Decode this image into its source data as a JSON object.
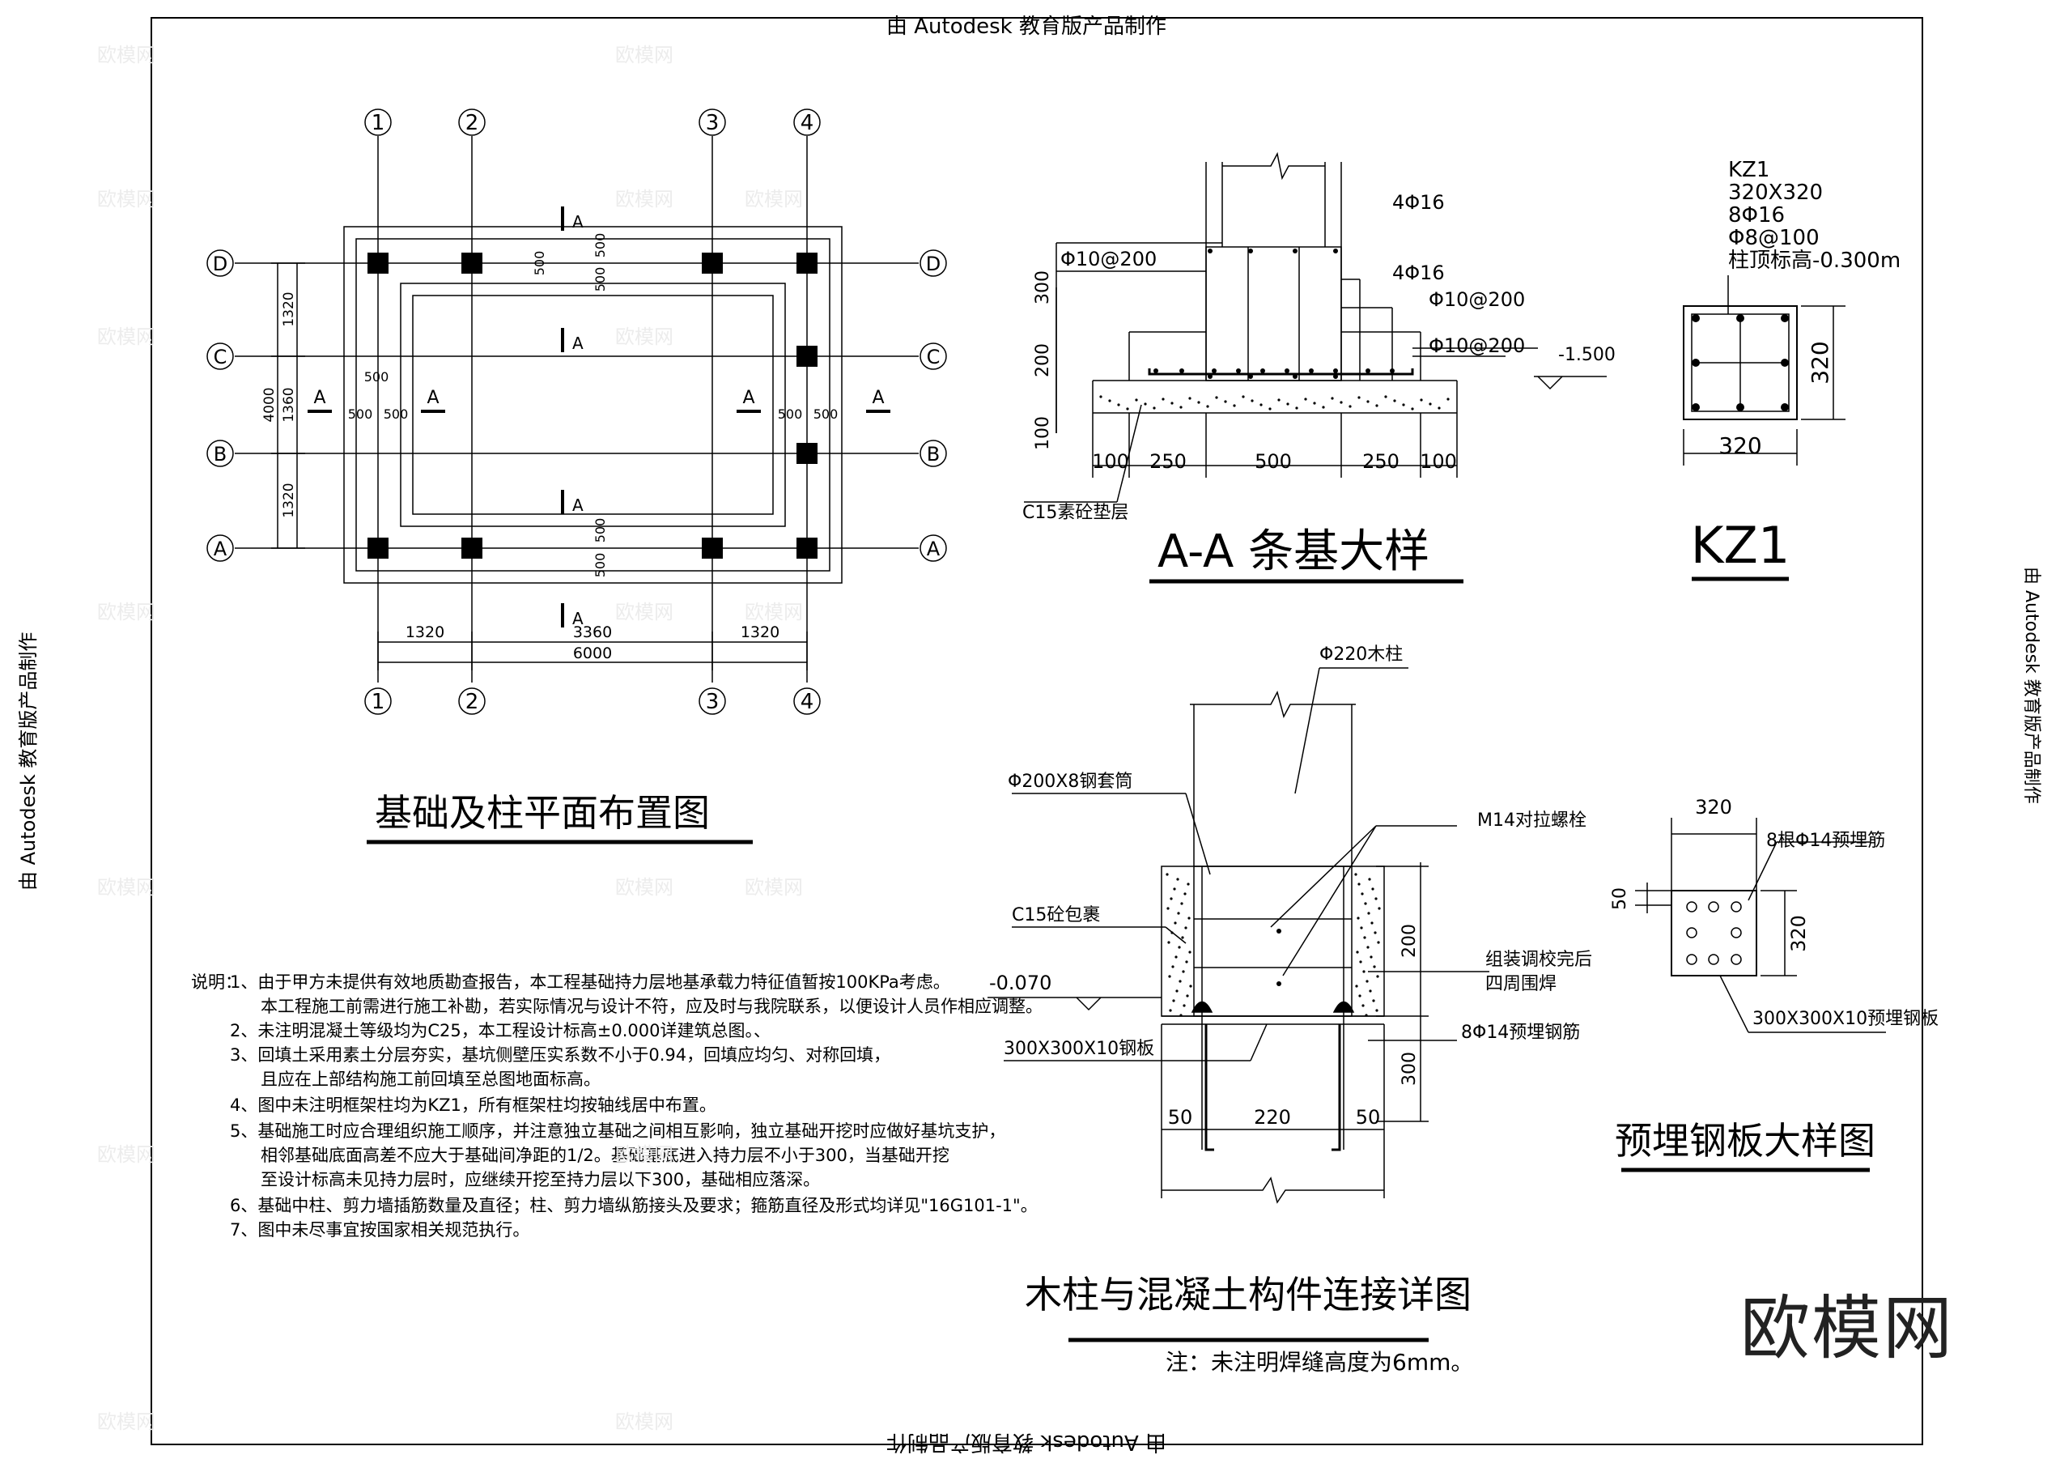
{
  "frame": {
    "top_text": "由 Autodesk 教育版产品制作",
    "bottom_text": "由 Autodesk 教育版产品制作",
    "side_text": "由 Autodesk 教育版产品制作",
    "right_text": "由 Autodesk 教育版产品制作",
    "logo": "欧模网",
    "watermark": "欧模网"
  },
  "plan": {
    "title": "基础及柱平面布置图",
    "grid_x": [
      "1",
      "2",
      "3",
      "4"
    ],
    "grid_y": [
      "D",
      "C",
      "B",
      "A"
    ],
    "dims_bottom": [
      "1320",
      "3360",
      "1320"
    ],
    "dim_total_x": "6000",
    "dims_left": [
      "1320",
      "1360",
      "1320"
    ],
    "dim_total_y": "4000",
    "dim_500": "500",
    "section": "A"
  },
  "section_aa": {
    "title": "A-A   条基大样",
    "labels": [
      "4Φ16",
      "Φ10@200",
      "4Φ16",
      "Φ10@200",
      "Φ10@200",
      "-1.500",
      "C15素砼垫层"
    ],
    "dims_v": [
      "300",
      "200",
      "100"
    ],
    "dims_h": [
      "100",
      "250",
      "500",
      "250",
      "100"
    ]
  },
  "kz1": {
    "title": "KZ1",
    "spec": [
      "KZ1",
      "320X320",
      "8Φ16",
      "Φ8@100",
      "柱顶标高-0.300m"
    ],
    "dim_w": "320",
    "dim_h": "320"
  },
  "wood_detail": {
    "title": "木柱与混凝土构件连接详图",
    "note": "注：未注明焊缝高度为6mm。",
    "labels": [
      "Φ220木柱",
      "Φ200X8钢套筒",
      "M14对拉螺栓",
      "C15砼包裹",
      "组装调校完后",
      "四周围焊",
      "-0.070",
      "8Φ14预埋钢筋",
      "300X300X10钢板"
    ],
    "dims_v": [
      "200",
      "300"
    ],
    "dims_h": [
      "50",
      "220",
      "50"
    ]
  },
  "plate_detail": {
    "title": "预埋钢板大样图",
    "labels": [
      "8根Φ14预埋筋",
      "300X300X10预埋钢板"
    ],
    "dim_top": "320",
    "dim_right": "320",
    "dim_left": "50"
  },
  "notes": {
    "heading": "说明：",
    "lines": [
      "1、由于甲方未提供有效地质勘查报告，本工程基础持力层地基承载力特征值暂按100KPa考虑。",
      "   本工程施工前需进行施工补勘，若实际情况与设计不符，应及时与我院联系，以便设计人员作相应调整。",
      "2、未注明混凝土等级均为C25，本工程设计标高±0.000详建筑总图。、",
      "3、回填土采用素土分层夯实，基坑侧壁压实系数不小于0.94，回填应均匀、对称回填，",
      "   且应在上部结构施工前回填至总图地面标高。",
      "4、图中未注明框架柱均为KZ1，所有框架柱均按轴线居中布置。",
      "5、基础施工时应合理组织施工顺序，并注意独立基础之间相互影响，独立基础开挖时应做好基坑支护，",
      "   相邻基础底面高差不应大于基础间净距的1/2。基础基底进入持力层不小于300，当基础开挖",
      "   至设计标高未见持力层时，应继续开挖至持力层以下300，基础相应落深。",
      "6、基础中柱、剪力墙插筋数量及直径；柱、剪力墙纵筋接头及要求；箍筋直径及形式均详见\"16G101-1\"。",
      "7、图中未尽事宜按国家相关规范执行。"
    ]
  }
}
